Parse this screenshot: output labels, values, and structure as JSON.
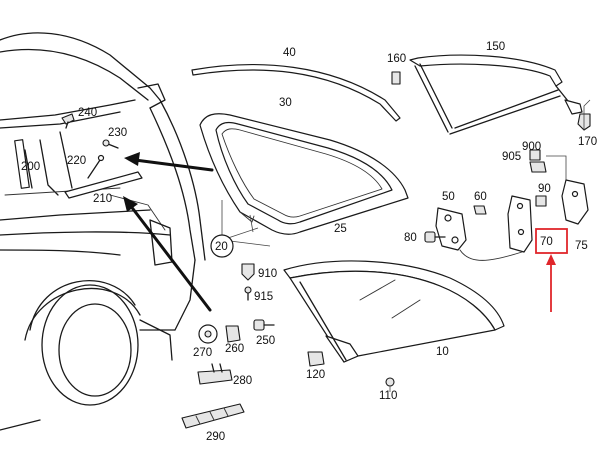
{
  "labels": {
    "p10": "10",
    "p20": "20",
    "p25": "25",
    "p30": "30",
    "p40": "40",
    "p50": "50",
    "p60": "60",
    "p70": "70",
    "p75": "75",
    "p80": "80",
    "p90": "90",
    "p110": "110",
    "p120": "120",
    "p150": "150",
    "p160": "160",
    "p170": "170",
    "p200": "200",
    "p210": "210",
    "p220": "220",
    "p230": "230",
    "p240": "240",
    "p250": "250",
    "p260": "260",
    "p270": "270",
    "p280": "280",
    "p290": "290",
    "p900": "900",
    "p905": "905",
    "p910": "910",
    "p915": "915"
  },
  "highlight": {
    "part": "70",
    "color": "#e0262b"
  }
}
